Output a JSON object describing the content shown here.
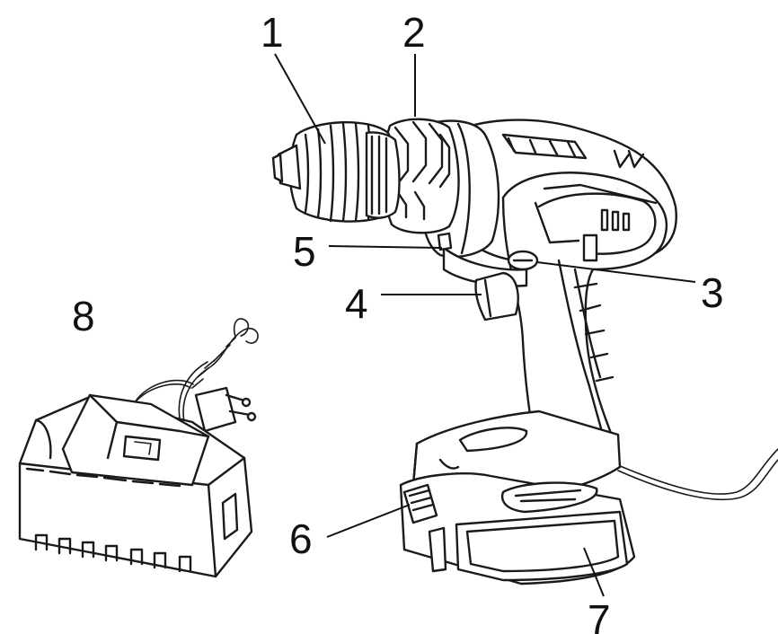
{
  "figure": {
    "labels": [
      {
        "id": "1",
        "text": "1",
        "part": "chuck"
      },
      {
        "id": "2",
        "text": "2",
        "part": "torque-collar"
      },
      {
        "id": "3",
        "text": "3",
        "part": "direction-switch"
      },
      {
        "id": "4",
        "text": "4",
        "part": "trigger"
      },
      {
        "id": "5",
        "text": "5",
        "part": "work-light"
      },
      {
        "id": "6",
        "text": "6",
        "part": "battery-release-button"
      },
      {
        "id": "7",
        "text": "7",
        "part": "battery-pack"
      },
      {
        "id": "8",
        "text": "8",
        "part": "charger"
      }
    ]
  },
  "colors": {
    "line": "#1a1a1a",
    "background": "#ffffff"
  }
}
